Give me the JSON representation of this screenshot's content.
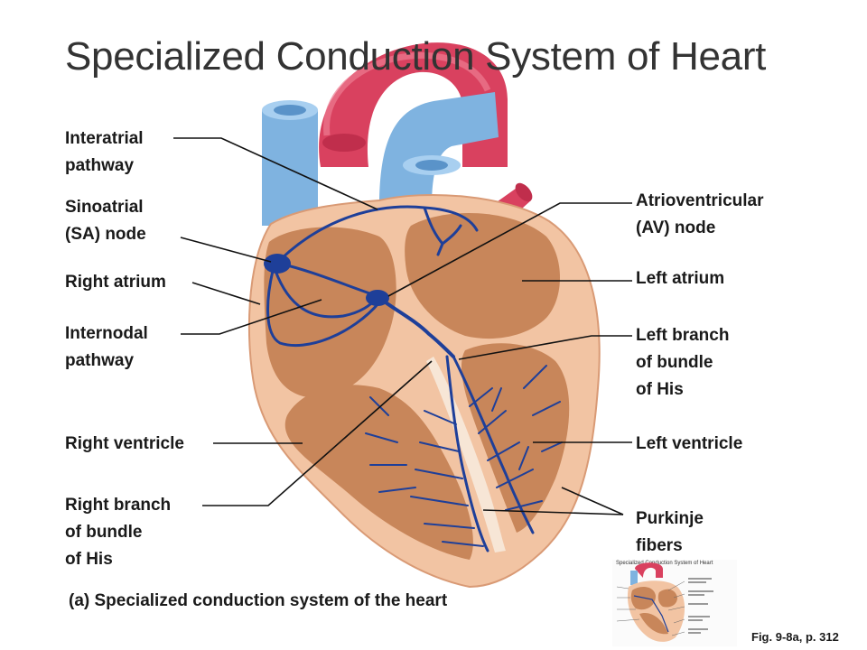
{
  "title": "Specialized Conduction System of Heart",
  "labels": {
    "interatrial": [
      "Interatrial",
      "pathway"
    ],
    "sa_node": [
      "Sinoatrial",
      "(SA) node"
    ],
    "right_atrium": [
      "Right atrium"
    ],
    "internodal": [
      "Internodal",
      "pathway"
    ],
    "right_ventricle": [
      "Right ventricle"
    ],
    "right_branch": [
      "Right branch",
      "of bundle",
      "of His"
    ],
    "av_node": [
      "Atrioventricular",
      "(AV) node"
    ],
    "left_atrium": [
      "Left atrium"
    ],
    "left_branch": [
      "Left branch",
      "of bundle",
      "of His"
    ],
    "left_ventricle": [
      "Left ventricle"
    ],
    "purkinje": [
      "Purkinje",
      "fibers"
    ]
  },
  "caption": "(a) Specialized conduction system of the heart",
  "figure_ref": "Fig. 9-8a, p. 312",
  "thumbnail": {
    "title": "Specialized Conduction System of Heart"
  },
  "colors": {
    "aorta": "#d9415f",
    "vessel_blue": "#7fb3e0",
    "heart_outer": "#f2c4a3",
    "chamber": "#c8865a",
    "conduction": "#1e3f99",
    "leader_line": "#111111"
  }
}
